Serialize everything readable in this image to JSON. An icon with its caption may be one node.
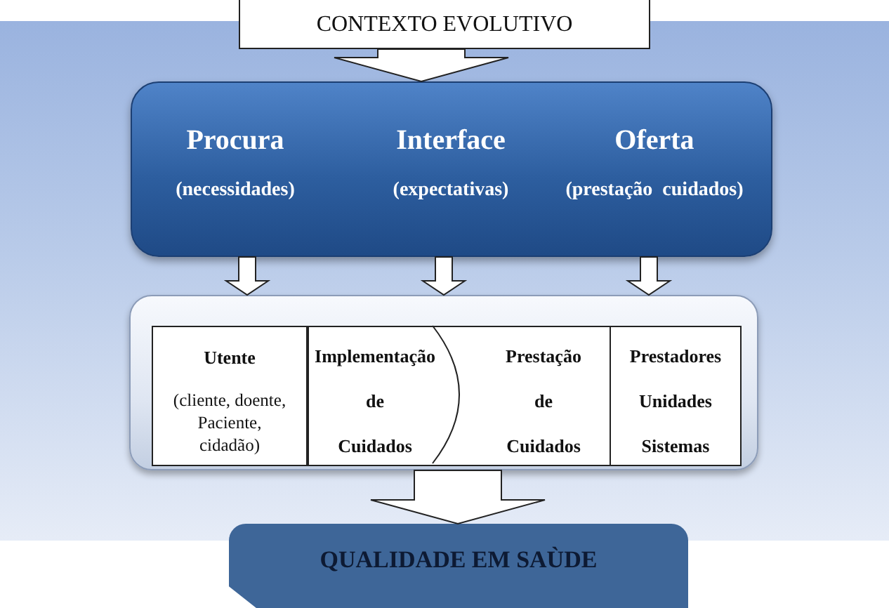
{
  "diagram": {
    "nodes": [
      {
        "text": [
          "CONTEXTO EVOLUTIVO"
        ]
      },
      {
        "text": [],
        "shape": "box"
      },
      {
        "text": [
          "Procura",
          "(necessidades)"
        ],
        "in": 1
      },
      {
        "text": [
          "Interface",
          "(expectativas)"
        ],
        "in": 1
      },
      {
        "text": [
          "Oferta",
          "(prestação  cuidados)"
        ],
        "in": 1
      },
      {
        "text": [],
        "shape": "box"
      },
      {
        "text": [
          "Utente",
          "(cliente, doente, Paciente, cidadão)"
        ],
        "in": 5
      },
      {
        "text": [
          "Implementação de Cuidados"
        ],
        "in": 5
      },
      {
        "text": [
          "Prestação de Cuidados"
        ],
        "in": 5
      },
      {
        "text": [
          "Prestadores Unidades Sistemas"
        ],
        "in": 5
      },
      {
        "text": [
          "QUALIDADE EM SAÙDE"
        ]
      }
    ],
    "edges": [
      {
        "from": 0,
        "to": 1,
        "arrow": "to"
      },
      {
        "from": 2,
        "to": 5,
        "arrow": "to"
      },
      {
        "from": 3,
        "to": 5,
        "arrow": "to"
      },
      {
        "from": 4,
        "to": 5,
        "arrow": "to"
      },
      {
        "from": 5,
        "to": 10,
        "arrow": "to"
      }
    ]
  }
}
